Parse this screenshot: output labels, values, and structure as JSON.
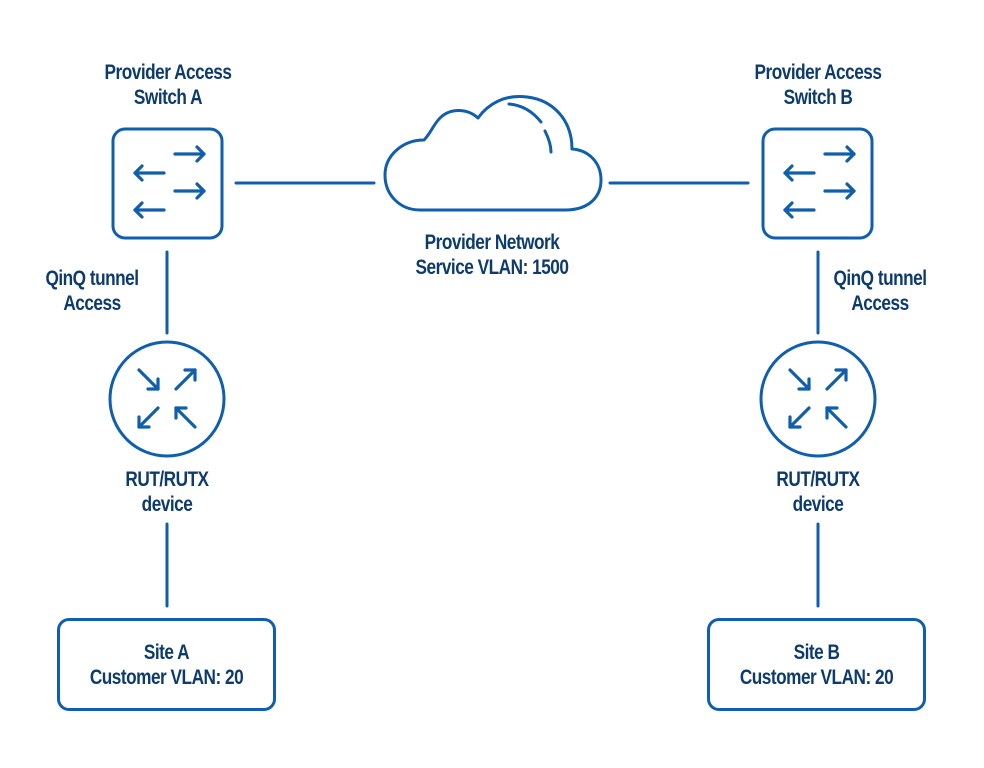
{
  "colors": {
    "stroke": "#0f5fae",
    "text": "#0d3b6e",
    "background": "#ffffff"
  },
  "nodes": {
    "switch_a": {
      "icon": "switch-icon",
      "label_line1": "Provider Access",
      "label_line2": "Switch A"
    },
    "switch_b": {
      "icon": "switch-icon",
      "label_line1": "Provider Access",
      "label_line2": "Switch B"
    },
    "cloud": {
      "icon": "cloud-icon",
      "label_line1": "Provider Network",
      "label_line2": "Service VLAN: 1500"
    },
    "router_a": {
      "icon": "router-icon",
      "label_line1": "RUT/RUTX",
      "label_line2": "device"
    },
    "router_b": {
      "icon": "router-icon",
      "label_line1": "RUT/RUTX",
      "label_line2": "device"
    },
    "site_a": {
      "label_line1": "Site A",
      "label_line2": "Customer VLAN: 20"
    },
    "site_b": {
      "label_line1": "Site B",
      "label_line2": "Customer VLAN: 20"
    }
  },
  "links": {
    "switch_a_router_a": {
      "label_line1": "QinQ tunnel",
      "label_line2": "Access"
    },
    "switch_b_router_b": {
      "label_line1": "QinQ tunnel",
      "label_line2": "Access"
    }
  },
  "edges": [
    [
      "switch_a",
      "cloud"
    ],
    [
      "cloud",
      "switch_b"
    ],
    [
      "switch_a",
      "router_a"
    ],
    [
      "switch_b",
      "router_b"
    ],
    [
      "router_a",
      "site_a"
    ],
    [
      "router_b",
      "site_b"
    ]
  ]
}
